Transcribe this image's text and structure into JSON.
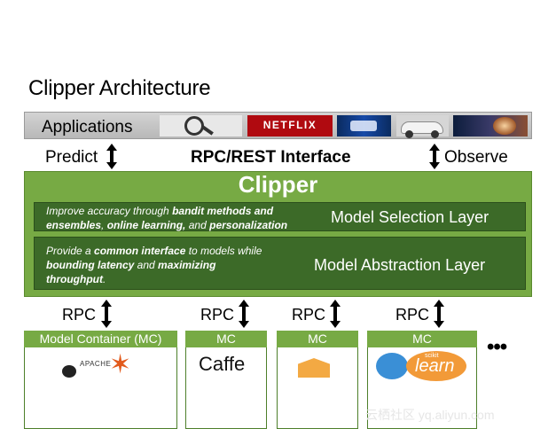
{
  "title": "Clipper Architecture",
  "applications": {
    "label": "Applications",
    "logos": [
      "magnifier-logo",
      "netflix-logo",
      "screens-logo",
      "self-driving-car-logo",
      "video-logo"
    ],
    "netflix_text": "NETFLIX"
  },
  "interface_row": {
    "predict": "Predict",
    "interface": "RPC/REST Interface",
    "observe": "Observe"
  },
  "clipper": {
    "title": "Clipper",
    "selection_layer": {
      "name": "Model Selection Layer",
      "desc": [
        {
          "t": "Improve accuracy through ",
          "b": false
        },
        {
          "t": "bandit methods and ensembles",
          "b": true
        },
        {
          "t": ", ",
          "b": false
        },
        {
          "t": "online learning,",
          "b": true
        },
        {
          "t": " and ",
          "b": false
        },
        {
          "t": "personalization",
          "b": true
        }
      ]
    },
    "abstraction_layer": {
      "name": "Model Abstraction Layer",
      "desc": [
        {
          "t": "Provide a ",
          "b": false
        },
        {
          "t": "common interface",
          "b": true
        },
        {
          "t": " to models while ",
          "b": false
        },
        {
          "t": "bounding latency",
          "b": true
        },
        {
          "t": " and ",
          "b": false
        },
        {
          "t": "maximizing throughput",
          "b": true
        },
        {
          "t": ".",
          "b": false
        }
      ]
    }
  },
  "rpc_label": "RPC",
  "containers": [
    {
      "header": "Model Container (MC)",
      "logo": "apache-spark-logo",
      "logo_text": "APACHE"
    },
    {
      "header": "MC",
      "logo": "caffe-logo",
      "logo_text": "Caffe"
    },
    {
      "header": "MC",
      "logo": "tensorflow-logo",
      "logo_text": ""
    },
    {
      "header": "MC",
      "logo": "scikit-learn-logo",
      "logo_text": "learn",
      "logo_subtext": "scikit"
    }
  ],
  "ellipsis": "•••",
  "watermark": "云栖社区 yq.aliyun.com",
  "colors": {
    "green": "#77aa44",
    "dark_green": "#3c6a28",
    "bar_gray": "#c4c4c4"
  }
}
